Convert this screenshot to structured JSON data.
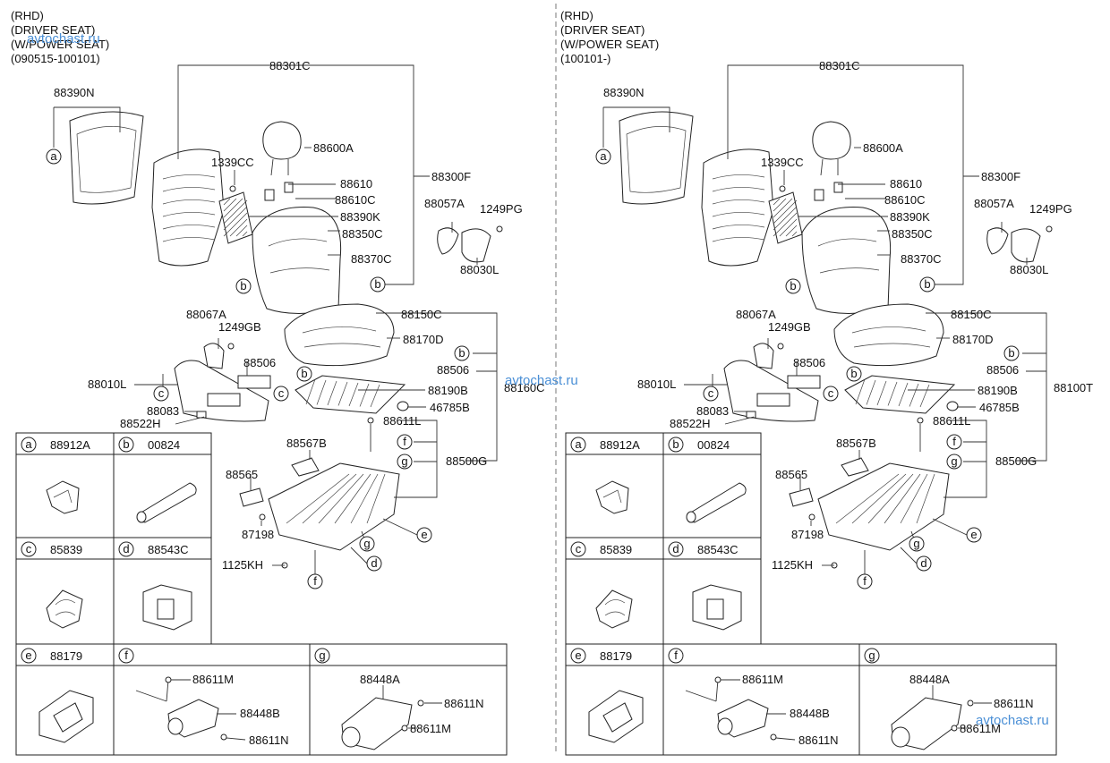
{
  "watermark": "avtochast.ru",
  "panels": [
    {
      "header": [
        "(RHD)",
        "(DRIVER SEAT)",
        "(W/POWER SEAT)",
        "(090515-100101)"
      ],
      "labels": {
        "p88301C": "88301C",
        "p88390N": "88390N",
        "p88600A": "88600A",
        "p1339CC": "1339CC",
        "p88300F": "88300F",
        "p88610": "88610",
        "p88610C": "88610C",
        "p88057A": "88057A",
        "p1249PG": "1249PG",
        "p88390K": "88390K",
        "p88350C": "88350C",
        "p88370C": "88370C",
        "p88030L": "88030L",
        "p88150C": "88150C",
        "p88067A": "88067A",
        "p1249GB": "1249GB",
        "p88170D": "88170D",
        "p88506a": "88506",
        "p88506b": "88506",
        "p88010L": "88010L",
        "p88190B": "88190B",
        "p88100": "88160C",
        "p88083": "88083",
        "p46785B": "46785B",
        "p88522H": "88522H",
        "p88611L": "88611L",
        "p88567B": "88567B",
        "p88565": "88565",
        "p88500G": "88500G",
        "p87198": "87198",
        "p1125KH": "1125KH"
      },
      "legend": [
        {
          "letter": "a",
          "part": "88912A"
        },
        {
          "letter": "b",
          "part": "00824"
        },
        {
          "letter": "c",
          "part": "85839"
        },
        {
          "letter": "d",
          "part": "88543C"
        },
        {
          "letter": "e",
          "part": "88179"
        },
        {
          "letter": "f",
          "part": "",
          "callouts": [
            "88611M",
            "88448B",
            "88611N"
          ]
        },
        {
          "letter": "g",
          "part": "",
          "callouts": [
            "88448A",
            "88611N",
            "88611M"
          ]
        }
      ]
    },
    {
      "header": [
        "(RHD)",
        "(DRIVER SEAT)",
        "(W/POWER SEAT)",
        "(100101-)"
      ],
      "labels": {
        "p88301C": "88301C",
        "p88390N": "88390N",
        "p88600A": "88600A",
        "p1339CC": "1339CC",
        "p88300F": "88300F",
        "p88610": "88610",
        "p88610C": "88610C",
        "p88057A": "88057A",
        "p1249PG": "1249PG",
        "p88390K": "88390K",
        "p88350C": "88350C",
        "p88370C": "88370C",
        "p88030L": "88030L",
        "p88150C": "88150C",
        "p88067A": "88067A",
        "p1249GB": "1249GB",
        "p88170D": "88170D",
        "p88506a": "88506",
        "p88506b": "88506",
        "p88010L": "88010L",
        "p88190B": "88190B",
        "p88100": "88100T",
        "p88083": "88083",
        "p46785B": "46785B",
        "p88522H": "88522H",
        "p88611L": "88611L",
        "p88567B": "88567B",
        "p88565": "88565",
        "p88500G": "88500G",
        "p87198": "87198",
        "p1125KH": "1125KH"
      },
      "legend": [
        {
          "letter": "a",
          "part": "88912A"
        },
        {
          "letter": "b",
          "part": "00824"
        },
        {
          "letter": "c",
          "part": "85839"
        },
        {
          "letter": "d",
          "part": "88543C"
        },
        {
          "letter": "e",
          "part": "88179"
        },
        {
          "letter": "f",
          "part": "",
          "callouts": [
            "88611M",
            "88448B",
            "88611N"
          ]
        },
        {
          "letter": "g",
          "part": "",
          "callouts": [
            "88448A",
            "88611N",
            "88611M"
          ]
        }
      ]
    }
  ]
}
